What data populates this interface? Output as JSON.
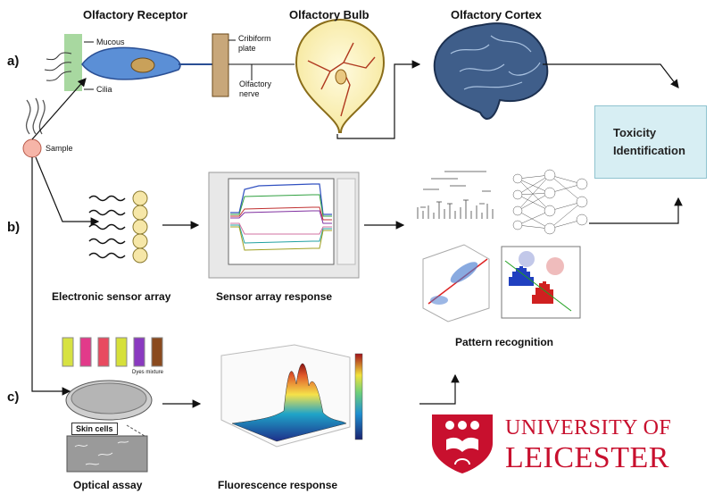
{
  "titles": {
    "receptor": "Olfactory Receptor",
    "bulb": "Olfactory Bulb",
    "cortex": "Olfactory Cortex"
  },
  "rows": {
    "a": "a)",
    "b": "b)",
    "c": "c)"
  },
  "labels": {
    "mucous": "Mucous",
    "cilia": "Cilia",
    "cribiform": "Cribiform\nplate",
    "nerve": "Olfactory\nnerve",
    "sample": "Sample",
    "dyes": "Dyes mixture",
    "skin": "Skin cells"
  },
  "captions": {
    "sensor_array": "Electronic sensor array",
    "sensor_response": "Sensor array response",
    "pattern": "Pattern recognition",
    "optical": "Optical assay",
    "fluorescence": "Fluorescence response"
  },
  "output": {
    "line1": "Toxicity",
    "line2": "Identification"
  },
  "university": {
    "line1": "UNIVERSITY OF",
    "line2": "LEICESTER"
  },
  "colors": {
    "brand_red": "#c8102e",
    "tox_bg": "#d7eef3"
  }
}
